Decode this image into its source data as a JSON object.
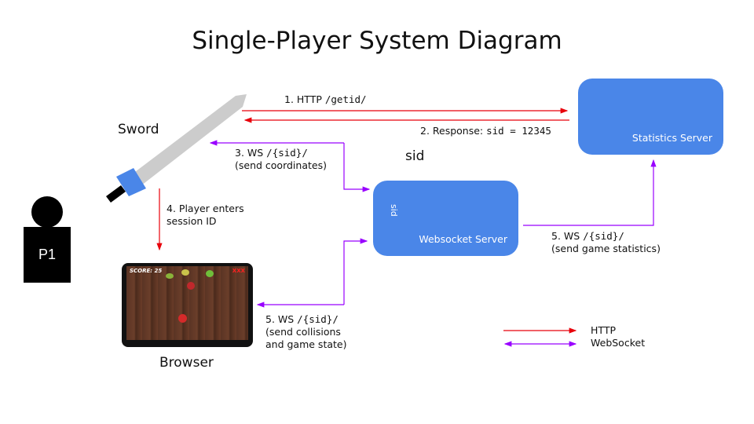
{
  "title": "Single-Player System Diagram",
  "nodes": {
    "sword": {
      "label": "Sword",
      "icon": "sword-icon"
    },
    "player": {
      "label": "P1",
      "icon": "person-icon"
    },
    "browser": {
      "label": "Browser",
      "game": {
        "score_text": "SCORE: 25",
        "lives_text": "XXX"
      }
    },
    "websocket_server": {
      "label": "Websocket Server",
      "inner_label": "sid"
    },
    "statistics_server": {
      "label": "Statistics Server"
    },
    "sid_label": "sid"
  },
  "edges": [
    {
      "id": "step1",
      "line1_prefix": "1. HTTP ",
      "line1_code": "/getid/",
      "type": "HTTP"
    },
    {
      "id": "step2",
      "line1_prefix": "2. Response: ",
      "line1_code": "sid = 12345",
      "type": "HTTP"
    },
    {
      "id": "step3",
      "line1_prefix": "3. WS ",
      "line1_code": "/{sid}/",
      "line2": "(send coordinates)",
      "type": "WebSocket"
    },
    {
      "id": "step4",
      "line1": "4. Player enters",
      "line2": "session ID",
      "type": "HTTP"
    },
    {
      "id": "step5a",
      "line1_prefix": "5. WS ",
      "line1_code": "/{sid}/",
      "line2": "(send collisions",
      "line3": "and game state)",
      "type": "WebSocket"
    },
    {
      "id": "step5b",
      "line1_prefix": "5. WS ",
      "line1_code": "/{sid}/",
      "line2": "(send game statistics)",
      "type": "WebSocket"
    }
  ],
  "legend": [
    {
      "label": "HTTP",
      "color": "#e8000b"
    },
    {
      "label": "WebSocket",
      "color": "#9900ff"
    }
  ],
  "colors": {
    "http": "#e8000b",
    "websocket": "#9900ff",
    "server": "#4a86e8"
  }
}
